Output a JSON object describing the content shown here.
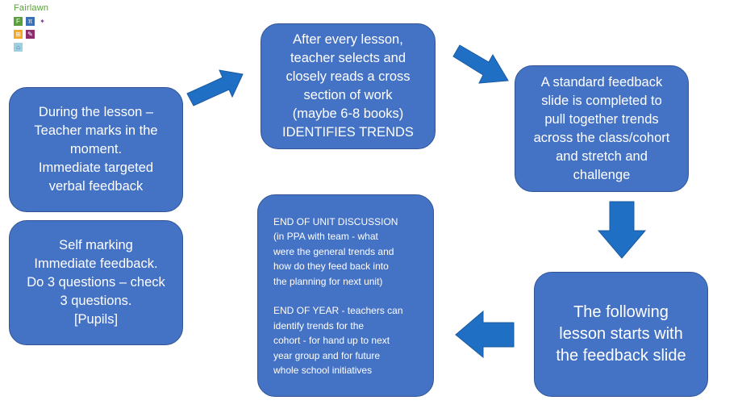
{
  "logo": {
    "name": "Fairlawn",
    "tiles": [
      "F",
      "π",
      "✦",
      "⊞",
      "✎",
      "⌂"
    ]
  },
  "colors": {
    "box_fill": "#4472c4",
    "box_border": "#2f5597",
    "arrow_fill": "#1f6fc5",
    "text": "#ffffff"
  },
  "boxes": {
    "during_lesson": "During the lesson –\nTeacher marks in the\nmoment.\nImmediate targeted\nverbal feedback",
    "self_marking": "Self marking\nImmediate feedback.\nDo 3 questions – check\n3 questions.\n[Pupils]",
    "after_lesson": "After every lesson,\nteacher selects and\nclosely reads a cross\nsection of work\n(maybe 6-8 books)\nIDENTIFIES TRENDS",
    "feedback_slide": "A standard feedback\nslide is completed to\npull together trends\nacross the class/cohort\nand stretch and\nchallenge",
    "following_lesson": "The following\nlesson starts with\nthe feedback slide",
    "end_of_unit": "END OF UNIT DISCUSSION\n(in PPA with team - what\nwere the general trends and\nhow do they feed back into\nthe planning for next unit)\n\nEND OF YEAR - teachers can\nidentify trends for the\ncohort - for hand up to next\nyear group and for future\nwhole school initiatives"
  }
}
